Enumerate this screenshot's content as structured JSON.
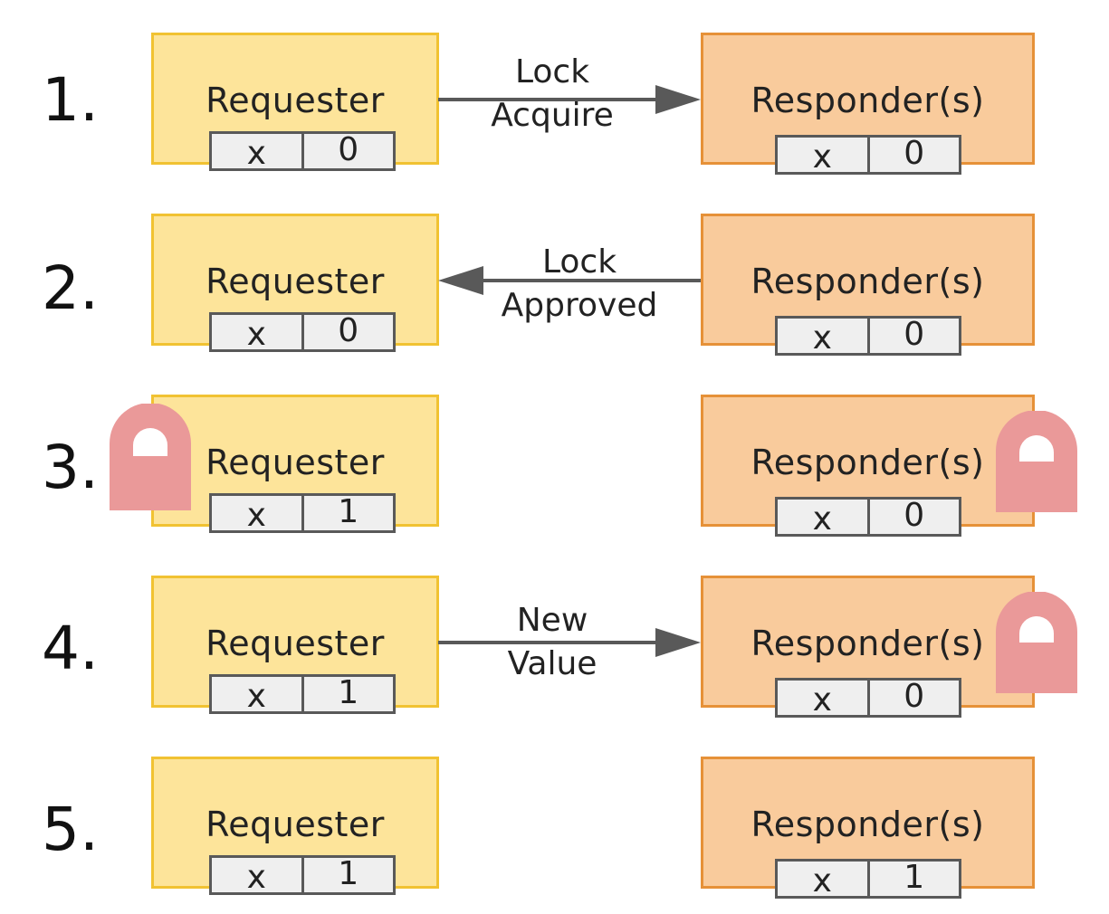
{
  "rows": [
    {
      "step": "1.",
      "requester": {
        "title": "Requester",
        "var": "x",
        "value": "0"
      },
      "responder": {
        "title": "Responder(s)",
        "var": "x",
        "value": "0"
      },
      "message": {
        "line1": "Lock",
        "line2": "Acquire",
        "direction": "right"
      },
      "locks": {
        "requester": false,
        "responder": false
      }
    },
    {
      "step": "2.",
      "requester": {
        "title": "Requester",
        "var": "x",
        "value": "0"
      },
      "responder": {
        "title": "Responder(s)",
        "var": "x",
        "value": "0"
      },
      "message": {
        "line1": "Lock",
        "line2": "Approved",
        "direction": "left"
      },
      "locks": {
        "requester": false,
        "responder": false
      }
    },
    {
      "step": "3.",
      "requester": {
        "title": "Requester",
        "var": "x",
        "value": "1"
      },
      "responder": {
        "title": "Responder(s)",
        "var": "x",
        "value": "0"
      },
      "message": null,
      "locks": {
        "requester": true,
        "responder": true
      }
    },
    {
      "step": "4.",
      "requester": {
        "title": "Requester",
        "var": "x",
        "value": "1"
      },
      "responder": {
        "title": "Responder(s)",
        "var": "x",
        "value": "0"
      },
      "message": {
        "line1": "New",
        "line2": "Value",
        "direction": "right"
      },
      "locks": {
        "requester": false,
        "responder": true
      }
    },
    {
      "step": "5.",
      "requester": {
        "title": "Requester",
        "var": "x",
        "value": "1"
      },
      "responder": {
        "title": "Responder(s)",
        "var": "x",
        "value": "1"
      },
      "message": null,
      "locks": {
        "requester": false,
        "responder": false
      }
    }
  ],
  "colors": {
    "requester_fill": "#fde49a",
    "requester_border": "#f1c232",
    "responder_fill": "#f9cb9c",
    "responder_border": "#e69138",
    "register_fill": "#efefef",
    "register_border": "#595959",
    "arrow": "#595959",
    "lock": "#ea9999"
  },
  "icons": {
    "lock": "padlock-icon",
    "arrow": "arrow-icon"
  }
}
